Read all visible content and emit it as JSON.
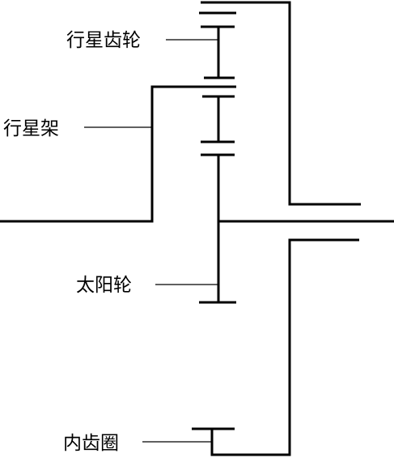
{
  "labels": {
    "planet_gear": "行星齿轮",
    "planet_carrier": "行星架",
    "sun_gear": "太阳轮",
    "ring_gear": "内齿圈"
  },
  "colors": {
    "line": "#000000",
    "background": "#ffffff"
  }
}
